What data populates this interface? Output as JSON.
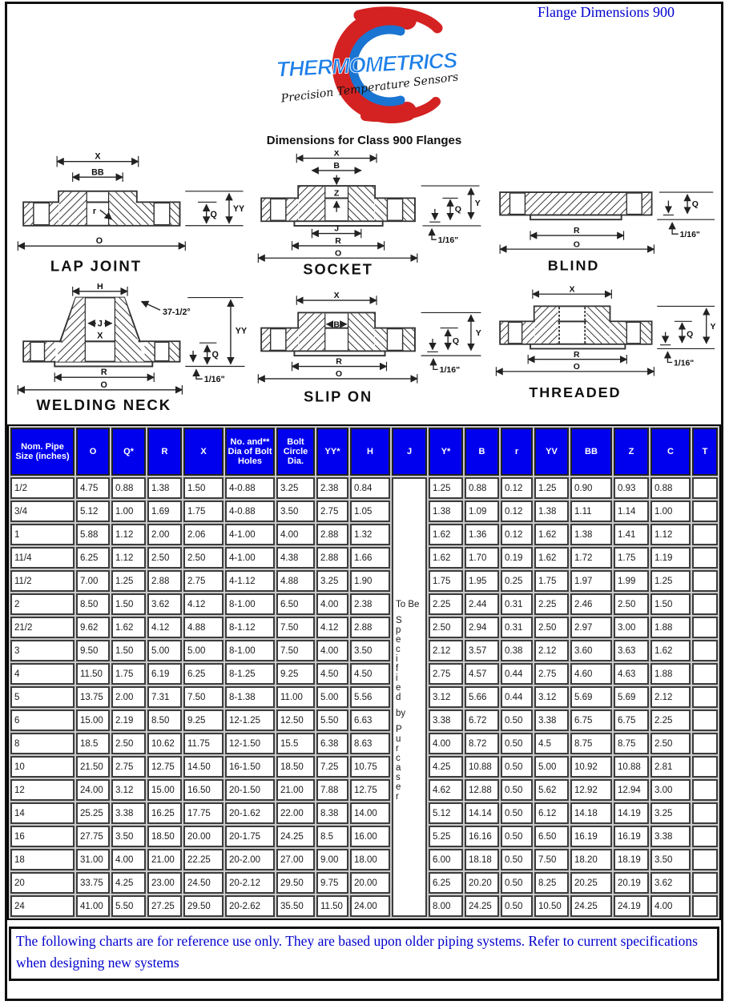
{
  "page": {
    "title": "Flange Dimensions 900",
    "heading": "Dimensions for Class 900 Flanges"
  },
  "logo": {
    "brand": "THERMOMETRICS",
    "tagline": "Precision Temperature Sensors"
  },
  "colors": {
    "header_bg": "#0000ee",
    "title_blue": "#0000cd",
    "pipe_size_red": "#f23030",
    "logo_red": "#d42222",
    "logo_blue": "#1a74d2"
  },
  "diagrams": {
    "lap_joint": {
      "title": "LAP JOINT",
      "x": "X",
      "bb": "BB",
      "r": "r",
      "q": "Q",
      "yy": "YY",
      "o": "O"
    },
    "socket": {
      "title": "SOCKET",
      "x": "X",
      "b": "B",
      "z": "Z",
      "j": "J",
      "r": "R",
      "o": "O",
      "q": "Q",
      "y": "Y",
      "gap": "1/16\""
    },
    "blind": {
      "title": "BLIND",
      "r": "R",
      "o": "O",
      "q": "Q",
      "gap": "1/16\""
    },
    "welding_neck": {
      "title": "WELDING NECK",
      "h": "H",
      "angle": "37-1/2°",
      "j": "J",
      "x": "X",
      "yy": "YY",
      "q": "Q",
      "r": "R",
      "o": "O",
      "gap": "1/16\""
    },
    "slip_on": {
      "title": "SLIP ON",
      "x": "X",
      "b": "B",
      "r": "R",
      "o": "O",
      "q": "Q",
      "y": "Y",
      "gap": "1/16\""
    },
    "threaded": {
      "title": "THREADED",
      "x": "X",
      "r": "R",
      "o": "O",
      "q": "Q",
      "y": "Y",
      "gap": "1/16\""
    }
  },
  "table": {
    "headers": [
      "Nom. Pipe Size (inches)",
      "O",
      "Q*",
      "R",
      "X",
      "No. and** Dia of Bolt Holes",
      "Bolt Circle Dia.",
      "YY*",
      "H",
      "J",
      "Y*",
      "B",
      "r",
      "YV",
      "BB",
      "Z",
      "C",
      "T"
    ],
    "j_note": [
      "To Be",
      "S",
      "p",
      "e",
      "c",
      "i",
      "f",
      "i",
      "e",
      "d",
      "by",
      "P",
      "u",
      "r",
      "c",
      "a",
      "s",
      "e",
      "r"
    ],
    "rows": [
      {
        "size": "1/2",
        "left": [
          "4.75",
          "0.88",
          "1.38",
          "1.50",
          "4-0.88",
          "3.25",
          "2.38",
          "0.84"
        ],
        "right": [
          "1.25",
          "0.88",
          "0.12",
          "1.25",
          "0.90",
          "0.93",
          "0.88",
          ""
        ]
      },
      {
        "size": "3/4",
        "left": [
          "5.12",
          "1.00",
          "1.69",
          "1.75",
          "4-0.88",
          "3.50",
          "2.75",
          "1.05"
        ],
        "right": [
          "1.38",
          "1.09",
          "0.12",
          "1.38",
          "1.11",
          "1.14",
          "1.00",
          ""
        ]
      },
      {
        "size": "1",
        "left": [
          "5.88",
          "1.12",
          "2.00",
          "2.06",
          "4-1.00",
          "4.00",
          "2.88",
          "1.32"
        ],
        "right": [
          "1.62",
          "1.36",
          "0.12",
          "1.62",
          "1.38",
          "1.41",
          "1.12",
          ""
        ]
      },
      {
        "size": "11/4",
        "left": [
          "6.25",
          "1.12",
          "2.50",
          "2.50",
          "4-1.00",
          "4.38",
          "2.88",
          "1.66"
        ],
        "right": [
          "1.62",
          "1.70",
          "0.19",
          "1.62",
          "1.72",
          "1.75",
          "1.19",
          ""
        ]
      },
      {
        "size": "11/2",
        "left": [
          "7.00",
          "1.25",
          "2.88",
          "2.75",
          "4-1.12",
          "4.88",
          "3.25",
          "1.90"
        ],
        "right": [
          "1.75",
          "1.95",
          "0.25",
          "1.75",
          "1.97",
          "1.99",
          "1.25",
          ""
        ]
      },
      {
        "size": "2",
        "left": [
          "8.50",
          "1.50",
          "3.62",
          "4.12",
          "8-1.00",
          "6.50",
          "4.00",
          "2.38"
        ],
        "right": [
          "2.25",
          "2.44",
          "0.31",
          "2.25",
          "2.46",
          "2.50",
          "1.50",
          ""
        ]
      },
      {
        "size": "21/2",
        "left": [
          "9.62",
          "1.62",
          "4.12",
          "4.88",
          "8-1.12",
          "7.50",
          "4.12",
          "2.88"
        ],
        "right": [
          "2.50",
          "2.94",
          "0.31",
          "2.50",
          "2.97",
          "3.00",
          "1.88",
          ""
        ]
      },
      {
        "size": "3",
        "left": [
          "9.50",
          "1.50",
          "5.00",
          "5.00",
          "8-1.00",
          "7.50",
          "4.00",
          "3.50"
        ],
        "right": [
          "2.12",
          "3.57",
          "0.38",
          "2.12",
          "3.60",
          "3.63",
          "1.62",
          ""
        ]
      },
      {
        "size": "4",
        "left": [
          "11.50",
          "1.75",
          "6.19",
          "6.25",
          "8-1.25",
          "9.25",
          "4.50",
          "4.50"
        ],
        "right": [
          "2.75",
          "4.57",
          "0.44",
          "2.75",
          "4.60",
          "4.63",
          "1.88",
          ""
        ]
      },
      {
        "size": "5",
        "left": [
          "13.75",
          "2.00",
          "7.31",
          "7.50",
          "8-1.38",
          "11.00",
          "5.00",
          "5.56"
        ],
        "right": [
          "3.12",
          "5.66",
          "0.44",
          "3.12",
          "5.69",
          "5.69",
          "2.12",
          ""
        ]
      },
      {
        "size": "6",
        "left": [
          "15.00",
          "2.19",
          "8.50",
          "9.25",
          "12-1.25",
          "12.50",
          "5.50",
          "6.63"
        ],
        "right": [
          "3.38",
          "6.72",
          "0.50",
          "3.38",
          "6.75",
          "6.75",
          "2.25",
          ""
        ]
      },
      {
        "size": "8",
        "left": [
          "18.5",
          "2.50",
          "10.62",
          "11.75",
          "12-1.50",
          "15.5",
          "6.38",
          "8.63"
        ],
        "right": [
          "4.00",
          "8.72",
          "0.50",
          "4.5",
          "8.75",
          "8.75",
          "2.50",
          ""
        ]
      },
      {
        "size": "10",
        "left": [
          "21.50",
          "2.75",
          "12.75",
          "14.50",
          "16-1.50",
          "18.50",
          "7.25",
          "10.75"
        ],
        "right": [
          "4.25",
          "10.88",
          "0.50",
          "5.00",
          "10.92",
          "10.88",
          "2.81",
          ""
        ]
      },
      {
        "size": "12",
        "left": [
          "24.00",
          "3.12",
          "15.00",
          "16.50",
          "20-1.50",
          "21.00",
          "7.88",
          "12.75"
        ],
        "right": [
          "4.62",
          "12.88",
          "0.50",
          "5.62",
          "12.92",
          "12.94",
          "3.00",
          ""
        ]
      },
      {
        "size": "14",
        "left": [
          "25.25",
          "3.38",
          "16.25",
          "17.75",
          "20-1.62",
          "22.00",
          "8.38",
          "14.00"
        ],
        "right": [
          "5.12",
          "14.14",
          "0.50",
          "6.12",
          "14.18",
          "14.19",
          "3.25",
          ""
        ]
      },
      {
        "size": "16",
        "left": [
          "27.75",
          "3.50",
          "18.50",
          "20.00",
          "20-1.75",
          "24.25",
          "8.5",
          "16.00"
        ],
        "right": [
          "5.25",
          "16.16",
          "0.50",
          "6.50",
          "16.19",
          "16.19",
          "3.38",
          ""
        ]
      },
      {
        "size": "18",
        "left": [
          "31.00",
          "4.00",
          "21.00",
          "22.25",
          "20-2.00",
          "27.00",
          "9.00",
          "18.00"
        ],
        "right": [
          "6.00",
          "18.18",
          "0.50",
          "7.50",
          "18.20",
          "18.19",
          "3.50",
          ""
        ]
      },
      {
        "size": "20",
        "left": [
          "33.75",
          "4.25",
          "23.00",
          "24.50",
          "20-2.12",
          "29.50",
          "9.75",
          "20.00"
        ],
        "right": [
          "6.25",
          "20.20",
          "0.50",
          "8.25",
          "20.25",
          "20.19",
          "3.62",
          ""
        ]
      },
      {
        "size": "24",
        "left": [
          "41.00",
          "5.50",
          "27.25",
          "29.50",
          "20-2.62",
          "35.50",
          "11.50",
          "24.00"
        ],
        "right": [
          "8.00",
          "24.25",
          "0.50",
          "10.50",
          "24.25",
          "24.19",
          "4.00",
          ""
        ]
      }
    ]
  },
  "footer": {
    "note": "The following charts are for reference use only. They are based upon older piping systems.  Refer to current specifications when designing new systems"
  }
}
